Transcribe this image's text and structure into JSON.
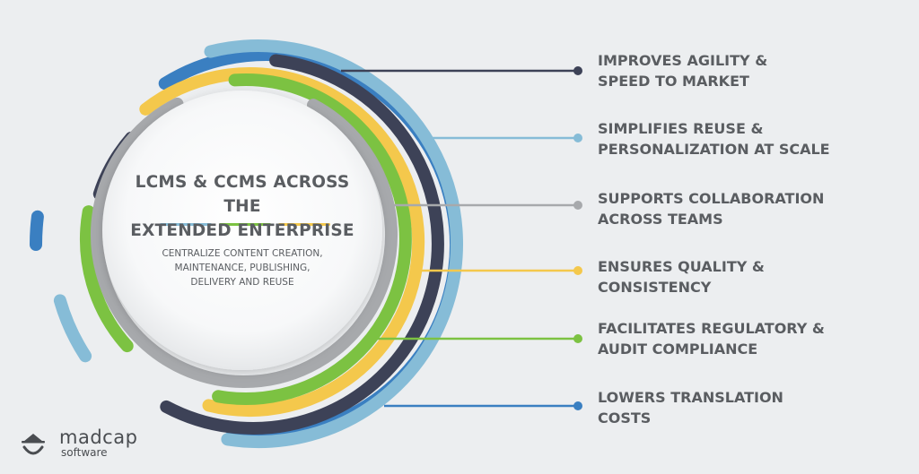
{
  "center": {
    "title_lines": [
      "LCMS & CCMS ACROSS THE",
      "EXTENDED ENTERPRISE"
    ],
    "subtitle_lines": [
      "CENTRALIZE CONTENT CREATION,",
      "MAINTENANCE, PUBLISHING,",
      "DELIVERY AND REUSE"
    ]
  },
  "benefits": [
    {
      "lines": [
        "IMPROVES AGILITY &",
        "SPEED TO MARKET"
      ],
      "color": "#3d4257"
    },
    {
      "lines": [
        "SIMPLIFIES REUSE &",
        "PERSONALIZATION AT SCALE"
      ],
      "color": "#86bcd7"
    },
    {
      "lines": [
        "SUPPORTS COLLABORATION",
        "ACROSS TEAMS"
      ],
      "color": "#a7a9ac"
    },
    {
      "lines": [
        "ENSURES QUALITY &",
        "CONSISTENCY"
      ],
      "color": "#f4c84c"
    },
    {
      "lines": [
        "FACILITATES REGULATORY &",
        "AUDIT COMPLIANCE"
      ],
      "color": "#7cc242"
    },
    {
      "lines": [
        "LOWERS TRANSLATION",
        "COSTS"
      ],
      "color": "#3a7fc1"
    }
  ],
  "divider_colors": [
    "#86bcd7",
    "#7cc242",
    "#f4c84c"
  ],
  "colors": {
    "navy": "#3d4257",
    "light_blue": "#86bcd7",
    "gray": "#a7a9ac",
    "yellow": "#f4c84c",
    "green": "#7cc242",
    "blue": "#3a7fc1",
    "text": "#5a5d61",
    "background": "#eceef0"
  },
  "logo": {
    "name": "madcap",
    "tagline": "software",
    "icon": "madcap-logo-icon"
  }
}
